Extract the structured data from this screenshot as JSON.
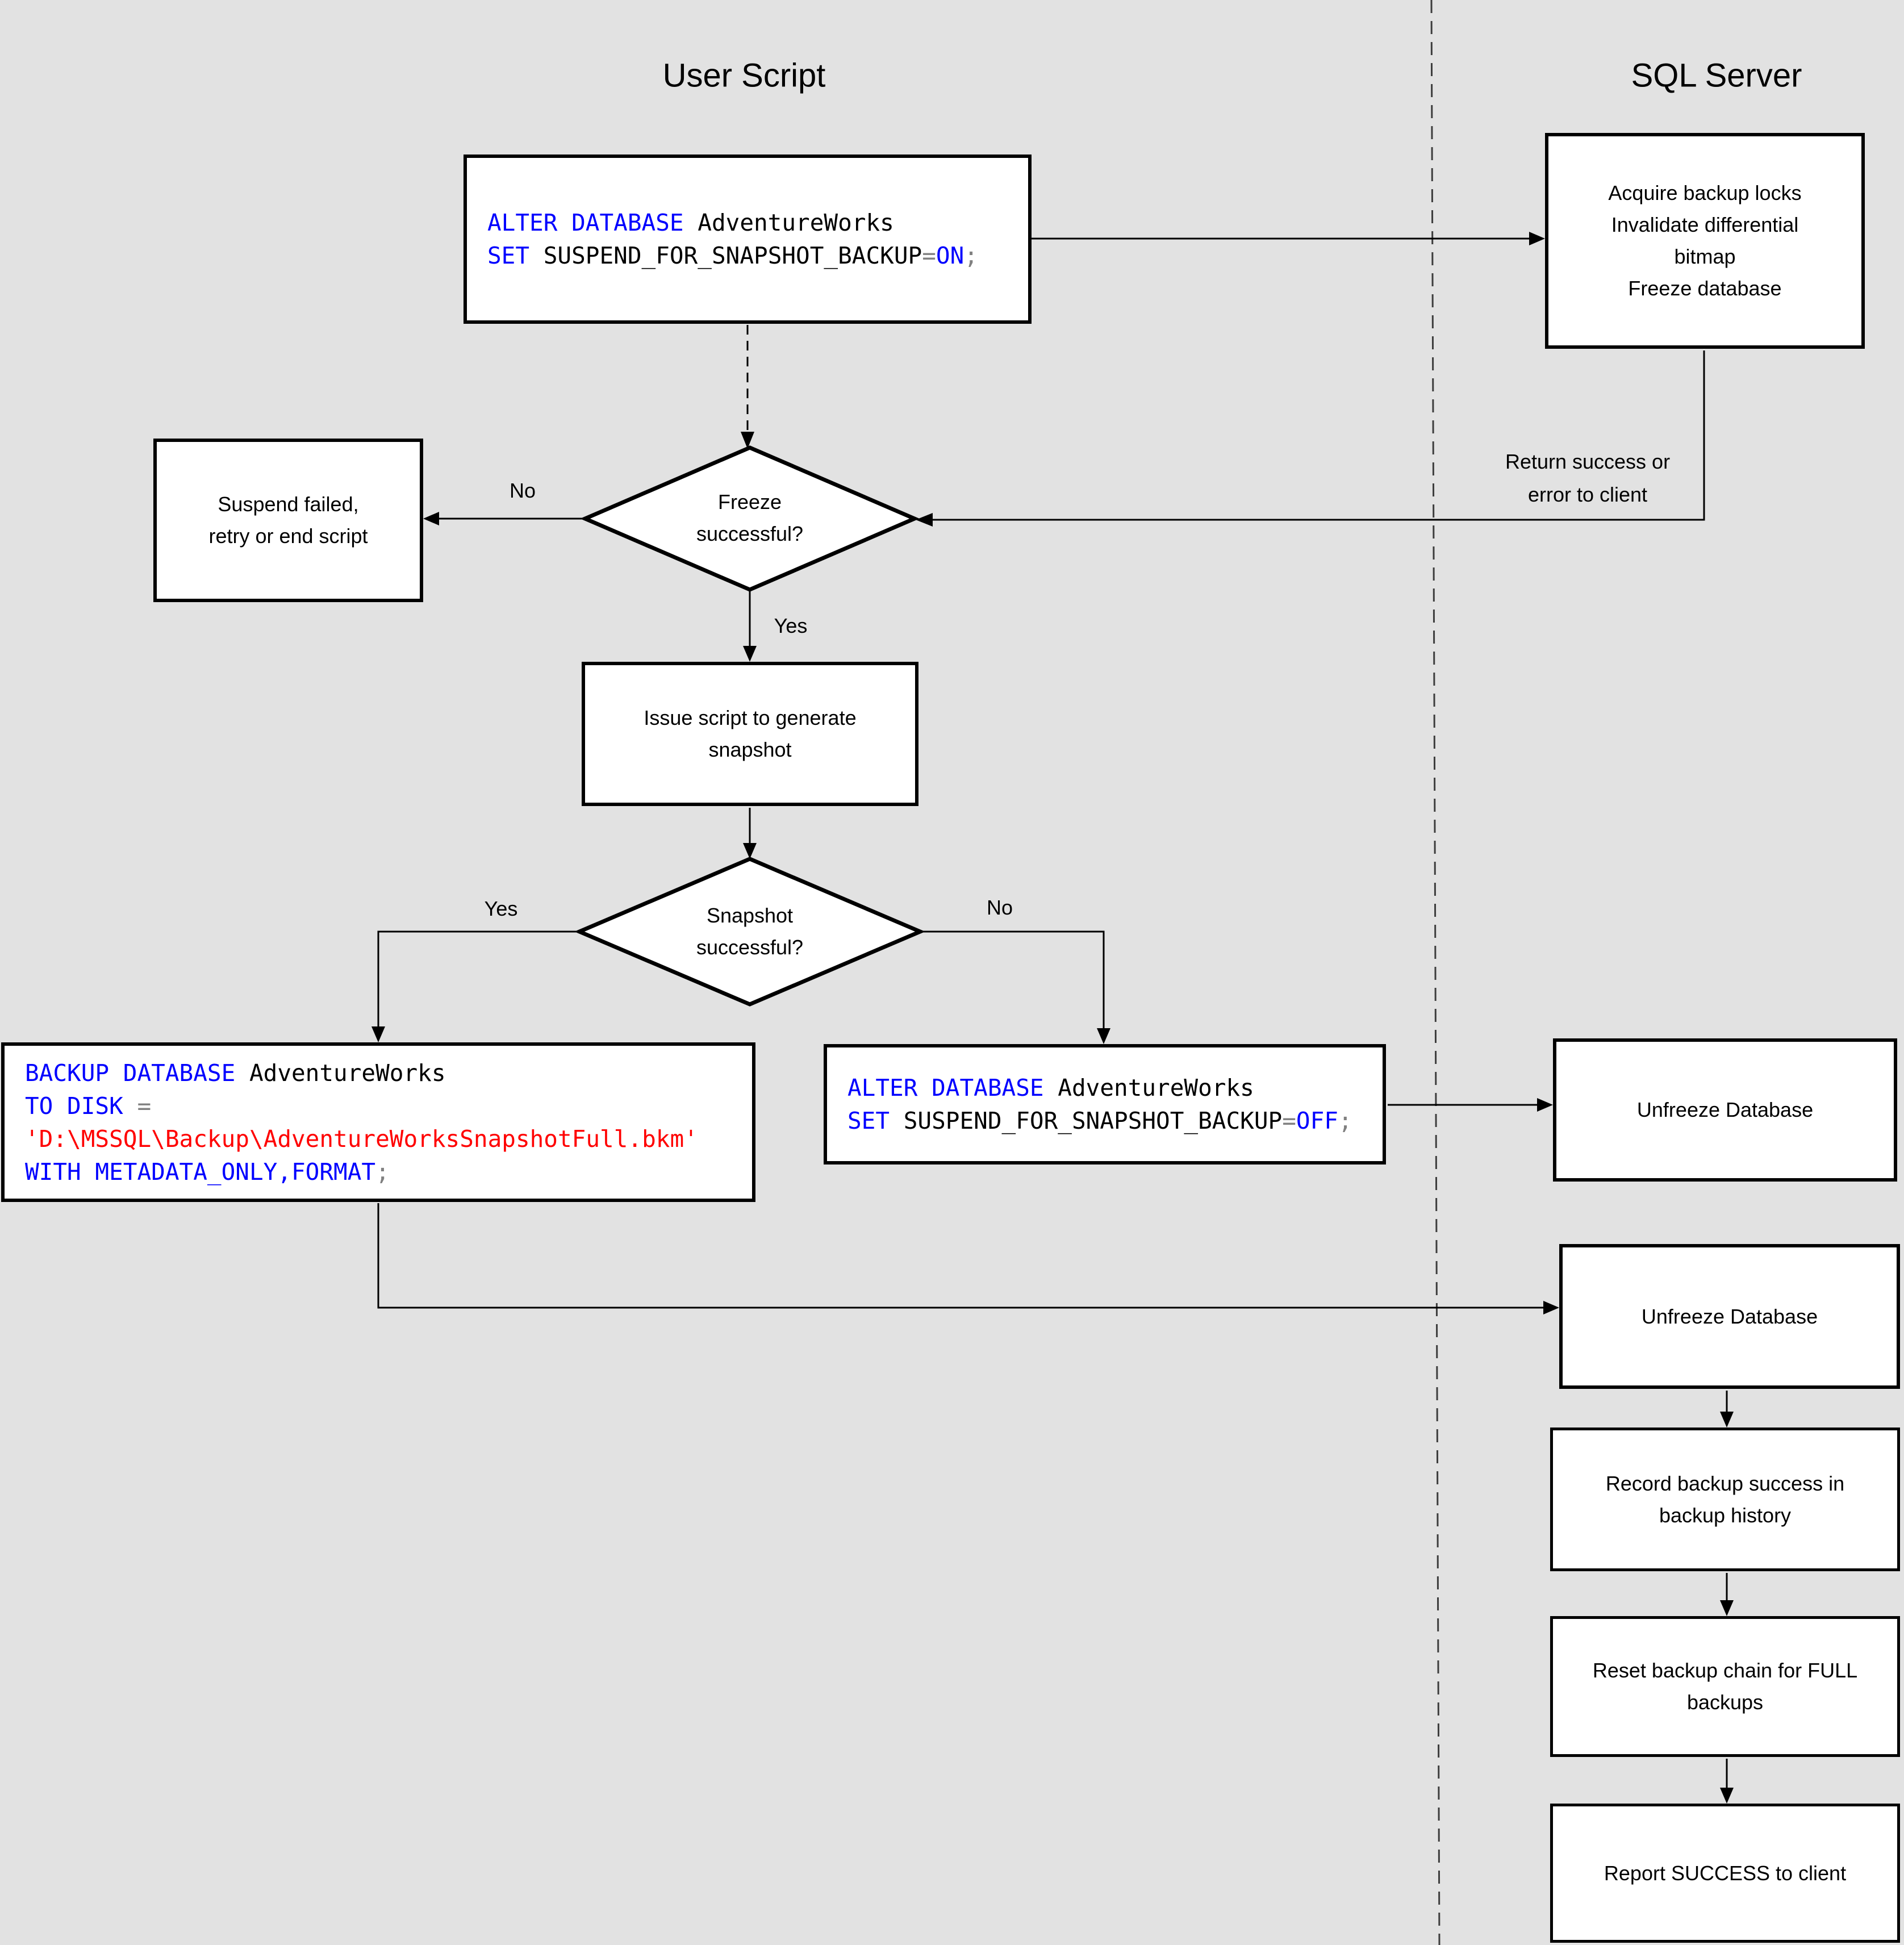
{
  "colors": {
    "background": "#e2e2e2",
    "box_fill": "#ffffff",
    "box_border": "#000000",
    "connector": "#000000",
    "separator": "#3d3d3d",
    "text": "#000000",
    "sql_keyword": "#0000ff",
    "sql_identifier": "#000000",
    "sql_operator": "#808080",
    "sql_string": "#ff0000"
  },
  "headers": {
    "left": "User Script",
    "right": "SQL Server"
  },
  "nodes": {
    "sql_suspend_on": {
      "lines": [
        {
          "tokens": [
            {
              "text": "ALTER DATABASE",
              "type": "kw"
            },
            {
              "text": " AdventureWorks",
              "type": "id"
            }
          ]
        },
        {
          "tokens": [
            {
              "text": "SET",
              "type": "kw"
            },
            {
              "text": " SUSPEND_FOR_SNAPSHOT_BACKUP",
              "type": "id"
            },
            {
              "text": "=",
              "type": "op"
            },
            {
              "text": "ON",
              "type": "kw"
            },
            {
              "text": ";",
              "type": "op"
            }
          ]
        }
      ]
    },
    "acquire_locks": {
      "lines": [
        "Acquire backup locks",
        "Invalidate differential",
        "bitmap",
        "Freeze database"
      ]
    },
    "return_to_client": {
      "lines": [
        "Return success or",
        "error to client"
      ]
    },
    "freeze_decision": {
      "lines": [
        "Freeze",
        "successful?"
      ],
      "no_label": "No",
      "yes_label": "Yes"
    },
    "suspend_failed": {
      "lines": [
        "Suspend failed,",
        "retry or end script"
      ]
    },
    "issue_script": {
      "lines": [
        "Issue script to generate",
        "snapshot"
      ]
    },
    "snapshot_decision": {
      "lines": [
        "Snapshot",
        "successful?"
      ],
      "yes_label": "Yes",
      "no_label": "No"
    },
    "sql_backup_metadata": {
      "lines": [
        {
          "tokens": [
            {
              "text": "BACKUP DATABASE",
              "type": "kw"
            },
            {
              "text": " AdventureWorks",
              "type": "id"
            }
          ]
        },
        {
          "tokens": [
            {
              "text": "TO DISK",
              "type": "kw"
            },
            {
              "text": " =",
              "type": "op"
            }
          ]
        },
        {
          "tokens": [
            {
              "text": "'D:\\MSSQL\\Backup\\AdventureWorksSnapshotFull.bkm'",
              "type": "str"
            }
          ]
        },
        {
          "tokens": [
            {
              "text": "WITH METADATA_ONLY,FORMAT",
              "type": "kw"
            },
            {
              "text": ";",
              "type": "op"
            }
          ]
        }
      ]
    },
    "sql_suspend_off": {
      "lines": [
        {
          "tokens": [
            {
              "text": "ALTER DATABASE",
              "type": "kw"
            },
            {
              "text": " AdventureWorks",
              "type": "id"
            }
          ]
        },
        {
          "tokens": [
            {
              "text": "SET",
              "type": "kw"
            },
            {
              "text": " SUSPEND_FOR_SNAPSHOT_BACKUP",
              "type": "id"
            },
            {
              "text": "=",
              "type": "op"
            },
            {
              "text": "OFF",
              "type": "kw"
            },
            {
              "text": ";",
              "type": "op"
            }
          ]
        }
      ]
    },
    "unfreeze_db_1": {
      "lines": [
        "Unfreeze Database"
      ]
    },
    "unfreeze_db_2": {
      "lines": [
        "Unfreeze Database"
      ]
    },
    "record_history": {
      "lines": [
        "Record backup success in",
        "backup history"
      ]
    },
    "reset_chain": {
      "lines": [
        "Reset backup chain for FULL",
        "backups"
      ]
    },
    "report_success": {
      "lines": [
        "Report SUCCESS to client"
      ]
    }
  }
}
